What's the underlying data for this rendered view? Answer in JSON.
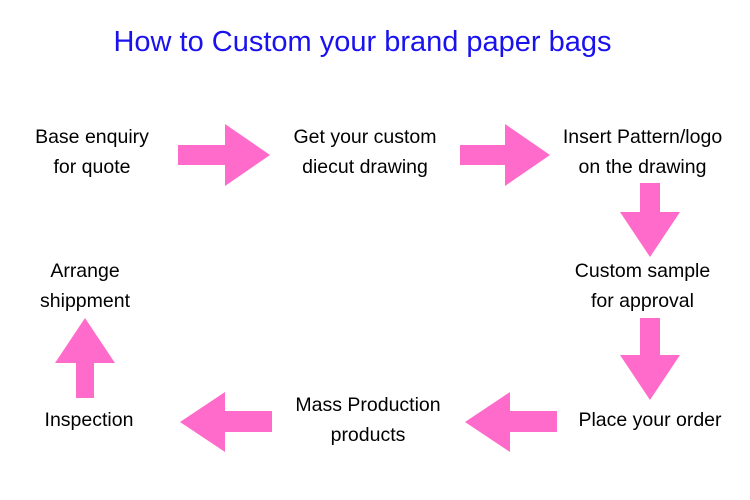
{
  "colors": {
    "title": "#1a12ee",
    "arrow": "#ff6bcb",
    "text": "#000000",
    "background": "#ffffff"
  },
  "title": "How to Custom your brand paper bags",
  "steps": [
    {
      "line1": "Base enquiry",
      "line2": "for quote"
    },
    {
      "line1": "Get your custom",
      "line2": "diecut drawing"
    },
    {
      "line1": "Insert Pattern/logo",
      "line2": "on the drawing"
    },
    {
      "line1": "Custom sample",
      "line2": "for approval"
    },
    {
      "line1": "Place your order",
      "line2": ""
    },
    {
      "line1": "Mass Production",
      "line2": "products"
    },
    {
      "line1": "Inspection",
      "line2": ""
    },
    {
      "line1": "Arrange",
      "line2": "shippment"
    }
  ],
  "arrows": [
    {
      "direction": "right"
    },
    {
      "direction": "right"
    },
    {
      "direction": "down"
    },
    {
      "direction": "down"
    },
    {
      "direction": "left"
    },
    {
      "direction": "left"
    },
    {
      "direction": "up"
    }
  ]
}
